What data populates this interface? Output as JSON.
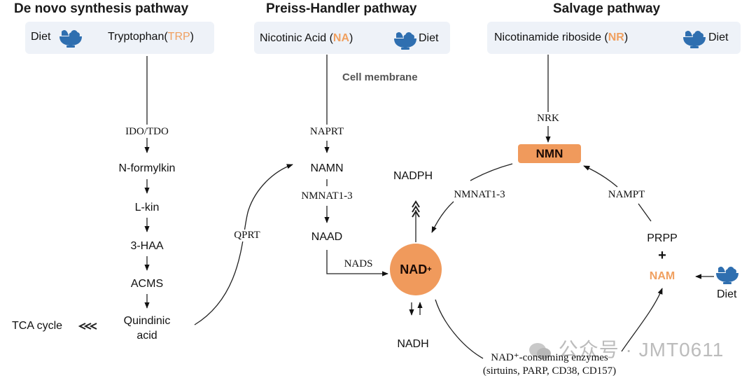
{
  "titles": {
    "de_novo": "De novo synthesis pathway",
    "preiss_handler": "Preiss-Handler pathway",
    "salvage": "Salvage pathway"
  },
  "de_novo": {
    "source": {
      "diet": "Diet",
      "arrow": "→",
      "name": "Tryptophan(",
      "abbr": "TRP",
      "close": ")"
    },
    "enzyme": "IDO/TDO",
    "steps": [
      "N-formylkin",
      "L-kin",
      "3-HAA",
      "ACMS"
    ],
    "end_product_line1": "Quindinic",
    "end_product_line2": "acid",
    "tca": "TCA cycle",
    "qprt": "QPRT"
  },
  "preiss_handler": {
    "source": {
      "name": "Nicotinic Acid (",
      "abbr": "NA",
      "close": ")",
      "diet": "Diet"
    },
    "cell_membrane": "Cell membrane",
    "enzyme1": "NAPRT",
    "namn": "NAMN",
    "enzyme2": "NMNAT1-3",
    "naad": "NAAD",
    "enzyme3": "NADS"
  },
  "salvage": {
    "source": {
      "name": "Nicotinamide riboside (",
      "abbr": "NR",
      "close": ")",
      "diet": "Diet"
    },
    "enzyme_nrk": "NRK",
    "nmn": "NMN",
    "enzyme_nmnat": "NMNAT1-3",
    "enzyme_nampt": "NAMPT",
    "prpp": "PRPP",
    "plus": "+",
    "nam": "NAM",
    "diet": "Diet"
  },
  "center": {
    "nad": "NAD",
    "nad_sup": "+",
    "nadph": "NADPH",
    "nadh": "NADH",
    "consuming_line1": "NAD⁺-consuming enzymes",
    "consuming_line2": "(sirtuins, PARP, CD38, CD157)"
  },
  "watermark": "公众号 · JMT0611",
  "colors": {
    "accent_orange": "#f09a5c",
    "highlight_text": "#f0a060",
    "diet_icon_blue": "#2f6fb0",
    "source_box": "#eef2f8"
  }
}
